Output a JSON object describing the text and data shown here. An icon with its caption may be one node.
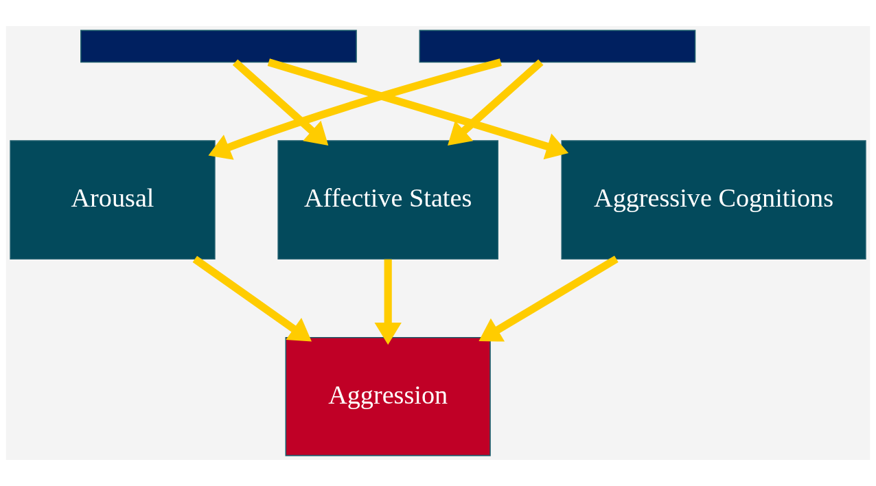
{
  "diagram": {
    "nodes": [
      {
        "text": [],
        "shape": "box"
      },
      {
        "text": [],
        "shape": "box"
      },
      {
        "text": [
          "Arousal"
        ]
      },
      {
        "text": [
          "Affective States"
        ]
      },
      {
        "text": [
          "Aggressive Cognitions"
        ]
      },
      {
        "text": [
          "Aggression"
        ]
      }
    ],
    "edges": [
      {
        "from": 0,
        "to": 4,
        "arrow": "to"
      },
      {
        "from": 0,
        "to": 3,
        "arrow": "to"
      },
      {
        "from": 1,
        "to": 2,
        "arrow": "to"
      },
      {
        "from": 1,
        "to": 3,
        "arrow": "to"
      },
      {
        "from": 2,
        "to": 5,
        "arrow": "to"
      },
      {
        "from": 3,
        "to": 5,
        "arrow": "to"
      },
      {
        "from": 4,
        "to": 5,
        "arrow": "to"
      }
    ]
  }
}
